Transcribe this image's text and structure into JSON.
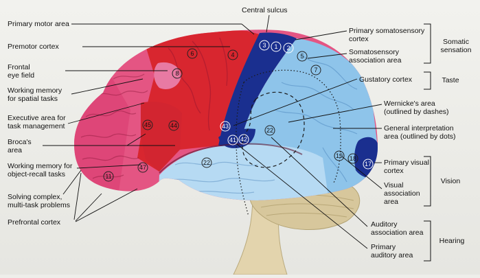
{
  "labels": {
    "central_sulcus": "Central sulcus",
    "primary_motor": "Primary motor area",
    "premotor": "Premotor cortex",
    "frontal_eye": "Frontal\neye field",
    "wm_spatial": "Working memory\nfor spatial tasks",
    "executive": "Executive area for\ntask management",
    "broca": "Broca's\narea",
    "wm_object": "Working memory for\nobject-recall tasks",
    "solving": "Solving complex,\nmulti-task problems",
    "prefrontal": "Prefrontal cortex",
    "primary_somatosensory": "Primary somatosensory\ncortex",
    "somatosensory_assoc": "Somatosensory\nassociation area",
    "gustatory": "Gustatory cortex",
    "wernicke": "Wernicke's area\n(outlined by dashes)",
    "general_interp": "General interpretation\narea (outlined by dots)",
    "primary_visual": "Primary visual\ncortex",
    "visual_assoc": "Visual\nassociation\narea",
    "auditory_assoc": "Auditory\nassociation area",
    "primary_auditory": "Primary\nauditory area"
  },
  "groups": {
    "somatic": "Somatic\nsensation",
    "taste": "Taste",
    "vision": "Vision",
    "hearing": "Hearing"
  },
  "areas": [
    "6",
    "4",
    "8",
    "45",
    "44",
    "47",
    "11",
    "3",
    "1",
    "2",
    "5",
    "7",
    "43",
    "41",
    "42",
    "22",
    "22",
    "19",
    "18",
    "17"
  ],
  "colors": {
    "motor_red": "#d8262f",
    "prefrontal_pink": "#e0487a",
    "somatosensory_navy": "#1a2f8f",
    "association_blue": "#8ec4ea",
    "temporal_blue": "#b6daf3",
    "cerebellum": "#d7c79c"
  }
}
